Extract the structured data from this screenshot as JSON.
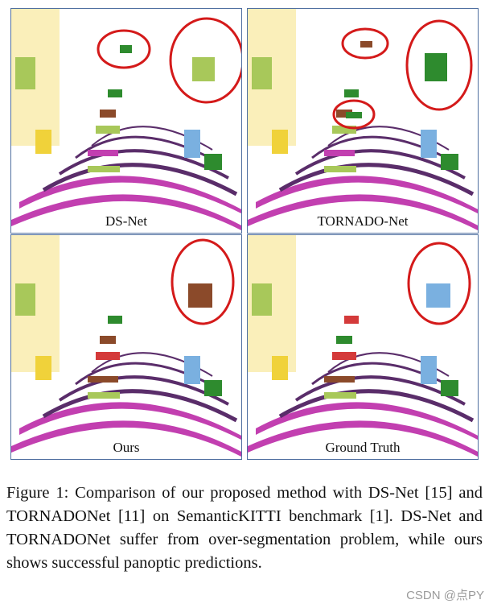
{
  "panels": [
    {
      "label": "DS-Net"
    },
    {
      "label": "TORNADO-Net"
    },
    {
      "label": "Ours"
    },
    {
      "label": "Ground Truth"
    }
  ],
  "caption": "Figure 1: Comparison of our proposed method with DS-Net [15] and TORNADONet [11] on SemanticKITTI benchmark [1]. DS-Net and TORNADONet suffer from over-segmentation problem, while ours shows successful panoptic predictions.",
  "watermark": "CSDN @点PY",
  "colors": {
    "panel_border": "#4f6fa0",
    "highlight_circle": "#d41a1a",
    "road": "#c23fb0",
    "vegetation": "#a8c85a",
    "building": "#f0d23a",
    "sidewalk": "#5a2d6a"
  }
}
